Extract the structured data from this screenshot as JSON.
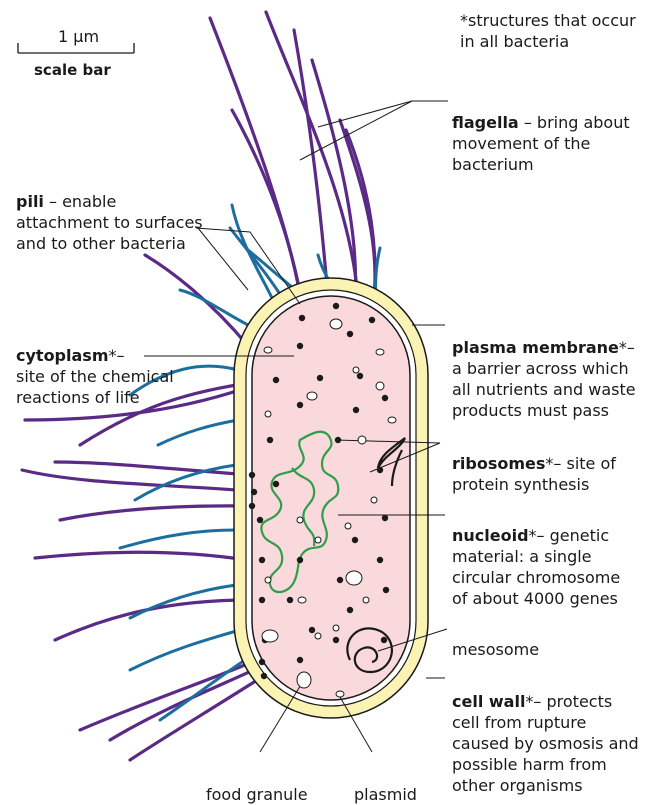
{
  "scale": {
    "value": "1 μm",
    "caption": "scale bar"
  },
  "note": "*structures that occur\nin all bacteria",
  "labels": {
    "flagella": {
      "name": "flagella",
      "desc": " – bring about\nmovement of the\nbacterium"
    },
    "pili": {
      "name": "pili",
      "desc": " – enable\nattachment to surfaces\nand to other bacteria"
    },
    "cytoplasm": {
      "name": "cytoplasm",
      "desc": "*–\nsite of the chemical\nreactions of life"
    },
    "plasma_membrane": {
      "name": "plasma membrane",
      "desc": "*–\na barrier across which\nall nutrients and waste\nproducts must pass"
    },
    "ribosomes": {
      "name": "ribosomes",
      "desc": "*– site of\nprotein synthesis"
    },
    "nucleoid": {
      "name": "nucleoid",
      "desc": "*– genetic\nmaterial: a single\ncircular chromosome\nof about 4000 genes"
    },
    "mesosome": {
      "name": "",
      "desc": "mesosome"
    },
    "cell_wall": {
      "name": "cell wall",
      "desc": "*– protects\ncell from rupture\ncaused by osmosis and\npossible harm from\nother organisms"
    },
    "food_granule": {
      "name": "",
      "desc": "food granule"
    },
    "plasmid": {
      "name": "",
      "desc": "plasmid"
    }
  },
  "colors": {
    "cell_wall": "#fbf3b4",
    "membrane": "#ffffff",
    "cytoplasm": "#f9d9dc",
    "flagella": "#5b2a86",
    "pili": "#1c6e9e",
    "nucleoid": "#2e9e4a",
    "ribosome": "#1a1a1a",
    "outline": "#1a1a1a"
  }
}
